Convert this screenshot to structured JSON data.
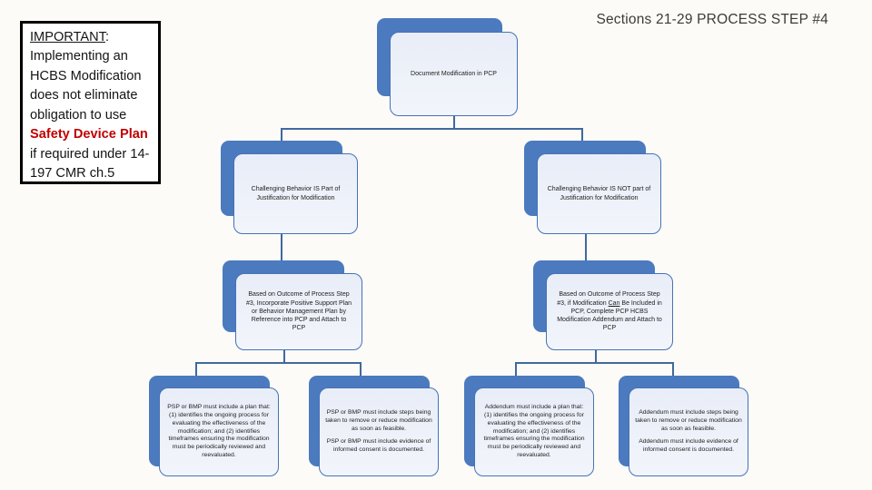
{
  "slide": {
    "title": "Sections 21-29 PROCESS STEP #4",
    "background_color": "#fcfbf7",
    "accent_blue": "#4b7abf",
    "node_fill": "#e8edf7",
    "node_border": "#4673b6",
    "connector_color": "#40699e"
  },
  "important_note": {
    "heading": "IMPORTANT",
    "heading_suffix": ": ",
    "body_pre": "Implementing an HCBS Modification does not eliminate obligation to use ",
    "highlight": "Safety Device Plan",
    "highlight_color": "#c00000",
    "body_post": " if required under 14-197 CMR ch.5"
  },
  "flowchart": {
    "root": {
      "text": "Document Modification in PCP"
    },
    "branch_left": {
      "text": "Challenging Behavior IS Part of Justification for Modification"
    },
    "branch_right": {
      "text": "Challenging Behavior IS NOT part of Justification for Modification"
    },
    "action_left": {
      "text": "Based on Outcome of Process Step #3, Incorporate Positive Support Plan or Behavior Management Plan by Reference into PCP and Attach to PCP"
    },
    "action_right": {
      "pre": "Based on Outcome of Process Step #3, if Modification ",
      "underlined": "Can",
      "post": " Be Included in PCP, Complete PCP HCBS Modification Addendum and Attach to PCP"
    },
    "leaf_psp_plan": {
      "text": "PSP or BMP must include a plan that: (1) identifies the ongoing process for evaluating the effectiveness of the modification; and (2) identifies timeframes ensuring the modification must be periodically reviewed and reevaluated."
    },
    "leaf_psp_steps": {
      "para1": "PSP or BMP must include steps being taken to remove or reduce modification as soon as feasible.",
      "para2": "PSP or BMP must include evidence of informed consent is documented."
    },
    "leaf_addendum_plan": {
      "text": "Addendum must include a plan that: (1) identifies the ongoing process for evaluating the effectiveness of the modification; and (2) identifies timeframes ensuring the modification must be periodically reviewed and reevaluated."
    },
    "leaf_addendum_steps": {
      "para1": "Addendum must include steps being taken to remove or reduce modification as soon as feasible.",
      "para2": "Addendum must include evidence of informed consent is documented."
    }
  }
}
